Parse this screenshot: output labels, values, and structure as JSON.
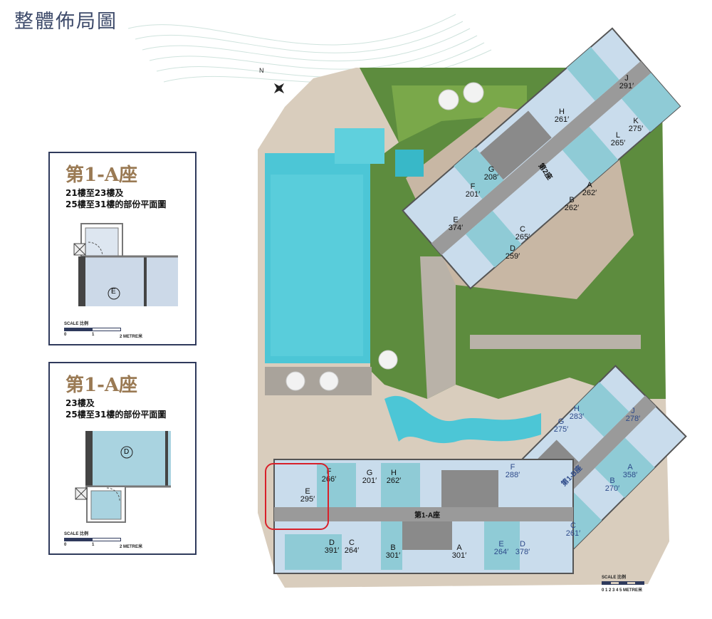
{
  "header": {
    "title": "整體佈局圖"
  },
  "compass": {
    "label": "N"
  },
  "inset_panels": [
    {
      "tower": "第1-A座",
      "line1": "21樓至23樓及",
      "line2": "25樓至31樓的部份平面圖",
      "unit": "E",
      "scale": {
        "label": "SCALE 比例",
        "ticks": [
          "0",
          "1",
          "2 METRE米"
        ]
      }
    },
    {
      "tower": "第1-A座",
      "line1": "23樓及",
      "line2": "25樓至31樓的部份平面圖",
      "unit": "D",
      "scale": {
        "label": "SCALE 比例",
        "ticks": [
          "0",
          "1",
          "2 METRE米"
        ]
      }
    }
  ],
  "towers": {
    "t2": {
      "name": "第2座",
      "units": [
        {
          "letter": "J",
          "area": "291′"
        },
        {
          "letter": "H",
          "area": "261′"
        },
        {
          "letter": "K",
          "area": "275′"
        },
        {
          "letter": "L",
          "area": "265′"
        },
        {
          "letter": "G",
          "area": "208′"
        },
        {
          "letter": "F",
          "area": "201′"
        },
        {
          "letter": "A",
          "area": "262′"
        },
        {
          "letter": "B",
          "area": "262′"
        },
        {
          "letter": "E",
          "area": "374′"
        },
        {
          "letter": "C",
          "area": "265′"
        },
        {
          "letter": "D",
          "area": "259′"
        }
      ]
    },
    "t1b": {
      "name": "第1-B座",
      "units": [
        {
          "letter": "H",
          "area": "283′"
        },
        {
          "letter": "J",
          "area": "278′"
        },
        {
          "letter": "G",
          "area": "275′"
        },
        {
          "letter": "F",
          "area": "288′"
        },
        {
          "letter": "A",
          "area": "358′"
        },
        {
          "letter": "B",
          "area": "270′"
        },
        {
          "letter": "C",
          "area": "261′"
        }
      ]
    },
    "t1a": {
      "name": "第1-A座",
      "units": [
        {
          "letter": "E",
          "area": "295′"
        },
        {
          "letter": "F",
          "area": "266′"
        },
        {
          "letter": "G",
          "area": "201′"
        },
        {
          "letter": "H",
          "area": "262′"
        },
        {
          "letter": "D",
          "area": "391′"
        },
        {
          "letter": "C",
          "area": "264′"
        },
        {
          "letter": "B",
          "area": "301′"
        },
        {
          "letter": "A",
          "area": "301′"
        },
        {
          "letter": "E",
          "area": "264′"
        },
        {
          "letter": "D",
          "area": "378′"
        }
      ]
    }
  },
  "map_scale": {
    "label": "SCALE 比例",
    "ticks": "0 1 2 3 4 5 METRE米"
  },
  "colors": {
    "title": "#3d4a6a",
    "panel_title": "#9a7a54",
    "highlight": "#d8202a",
    "pool": "#4cc6d6",
    "unit_light": "#c9dcec",
    "unit_teal": "#8fcbd6"
  }
}
